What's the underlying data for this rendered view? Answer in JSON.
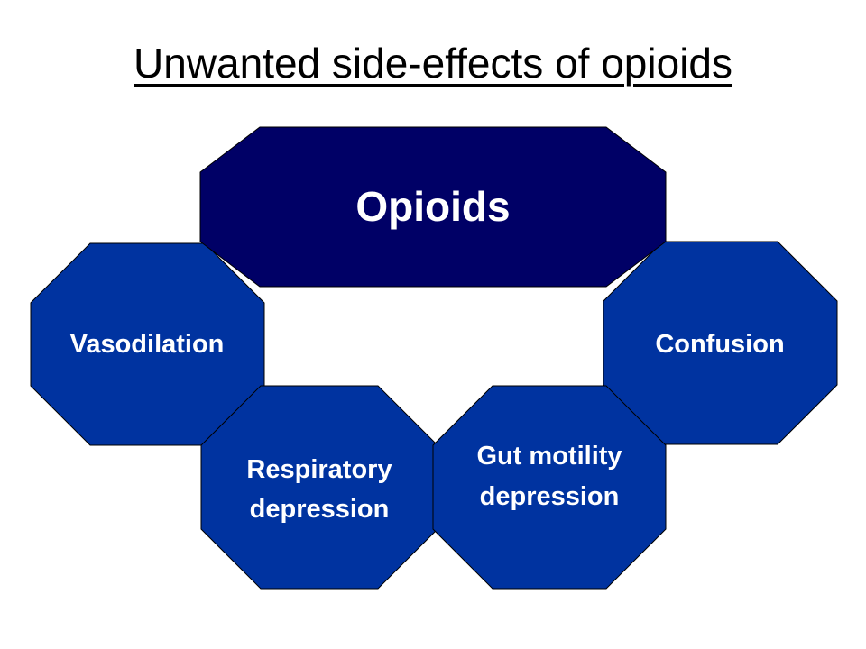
{
  "title": "Unwanted side-effects of opioids",
  "colors": {
    "center_fill": "#000066",
    "effect_fill": "#0033a0",
    "outline": "#000000",
    "text": "#ffffff"
  },
  "center": {
    "label": "Opioids"
  },
  "effects": [
    {
      "id": "vasodilation",
      "lines": [
        "Vasodilation"
      ]
    },
    {
      "id": "confusion",
      "lines": [
        "Confusion"
      ]
    },
    {
      "id": "respiratory-depression",
      "lines": [
        "Respiratory",
        "depression"
      ]
    },
    {
      "id": "gut-motility-depression",
      "lines": [
        "Gut motility",
        "depression"
      ]
    }
  ]
}
